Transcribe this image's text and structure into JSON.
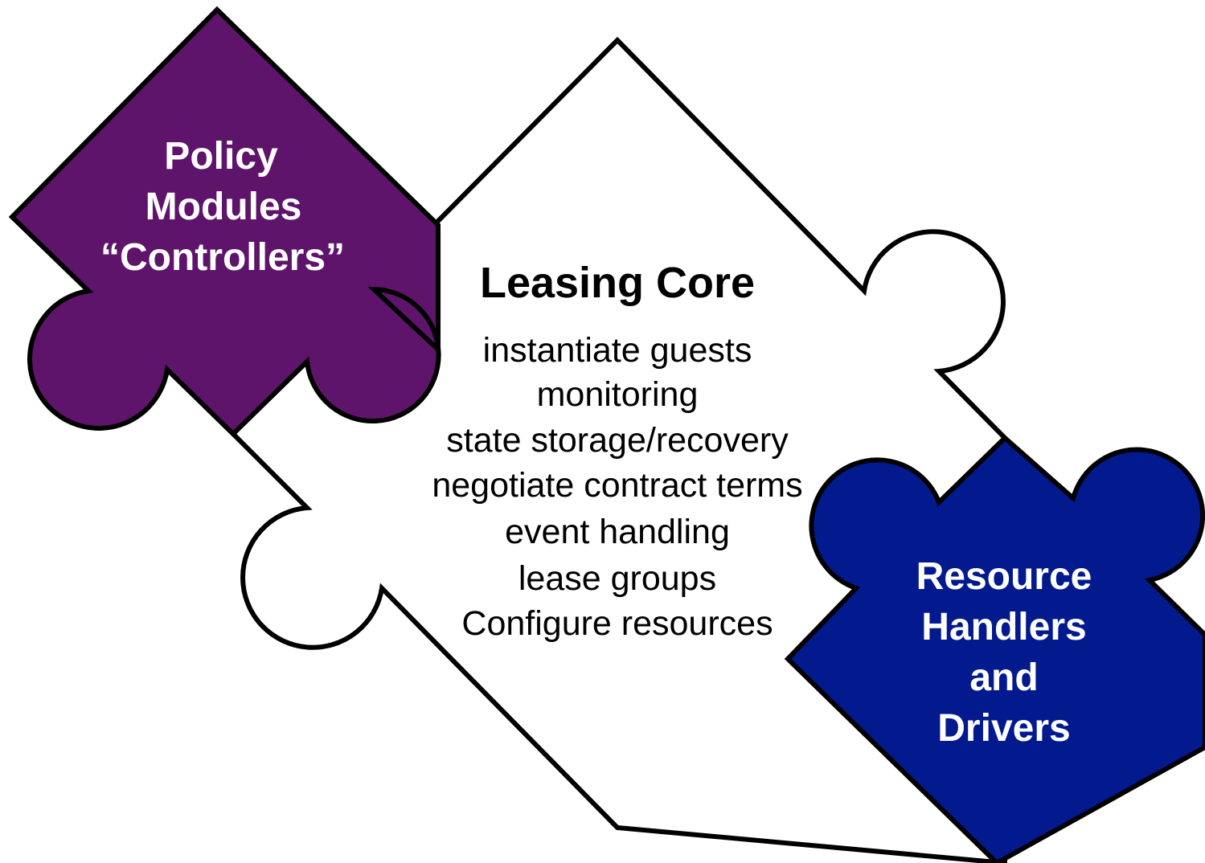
{
  "colors": {
    "policy_fill": "#5F146B",
    "core_fill": "#FFFFFF",
    "resource_fill": "#031A8E",
    "outline": "#000000",
    "label_light": "#FFFFFF",
    "label_dark": "#000000"
  },
  "policy": {
    "lines": [
      "Policy",
      "Modules",
      "“Controllers”"
    ]
  },
  "core": {
    "title": "Leasing Core",
    "items": [
      "instantiate guests",
      "monitoring",
      "state storage/recovery",
      "negotiate contract terms",
      "event handling",
      "lease groups",
      "Configure resources"
    ]
  },
  "resource": {
    "lines": [
      "Resource",
      "Handlers",
      "and",
      "Drivers"
    ]
  }
}
